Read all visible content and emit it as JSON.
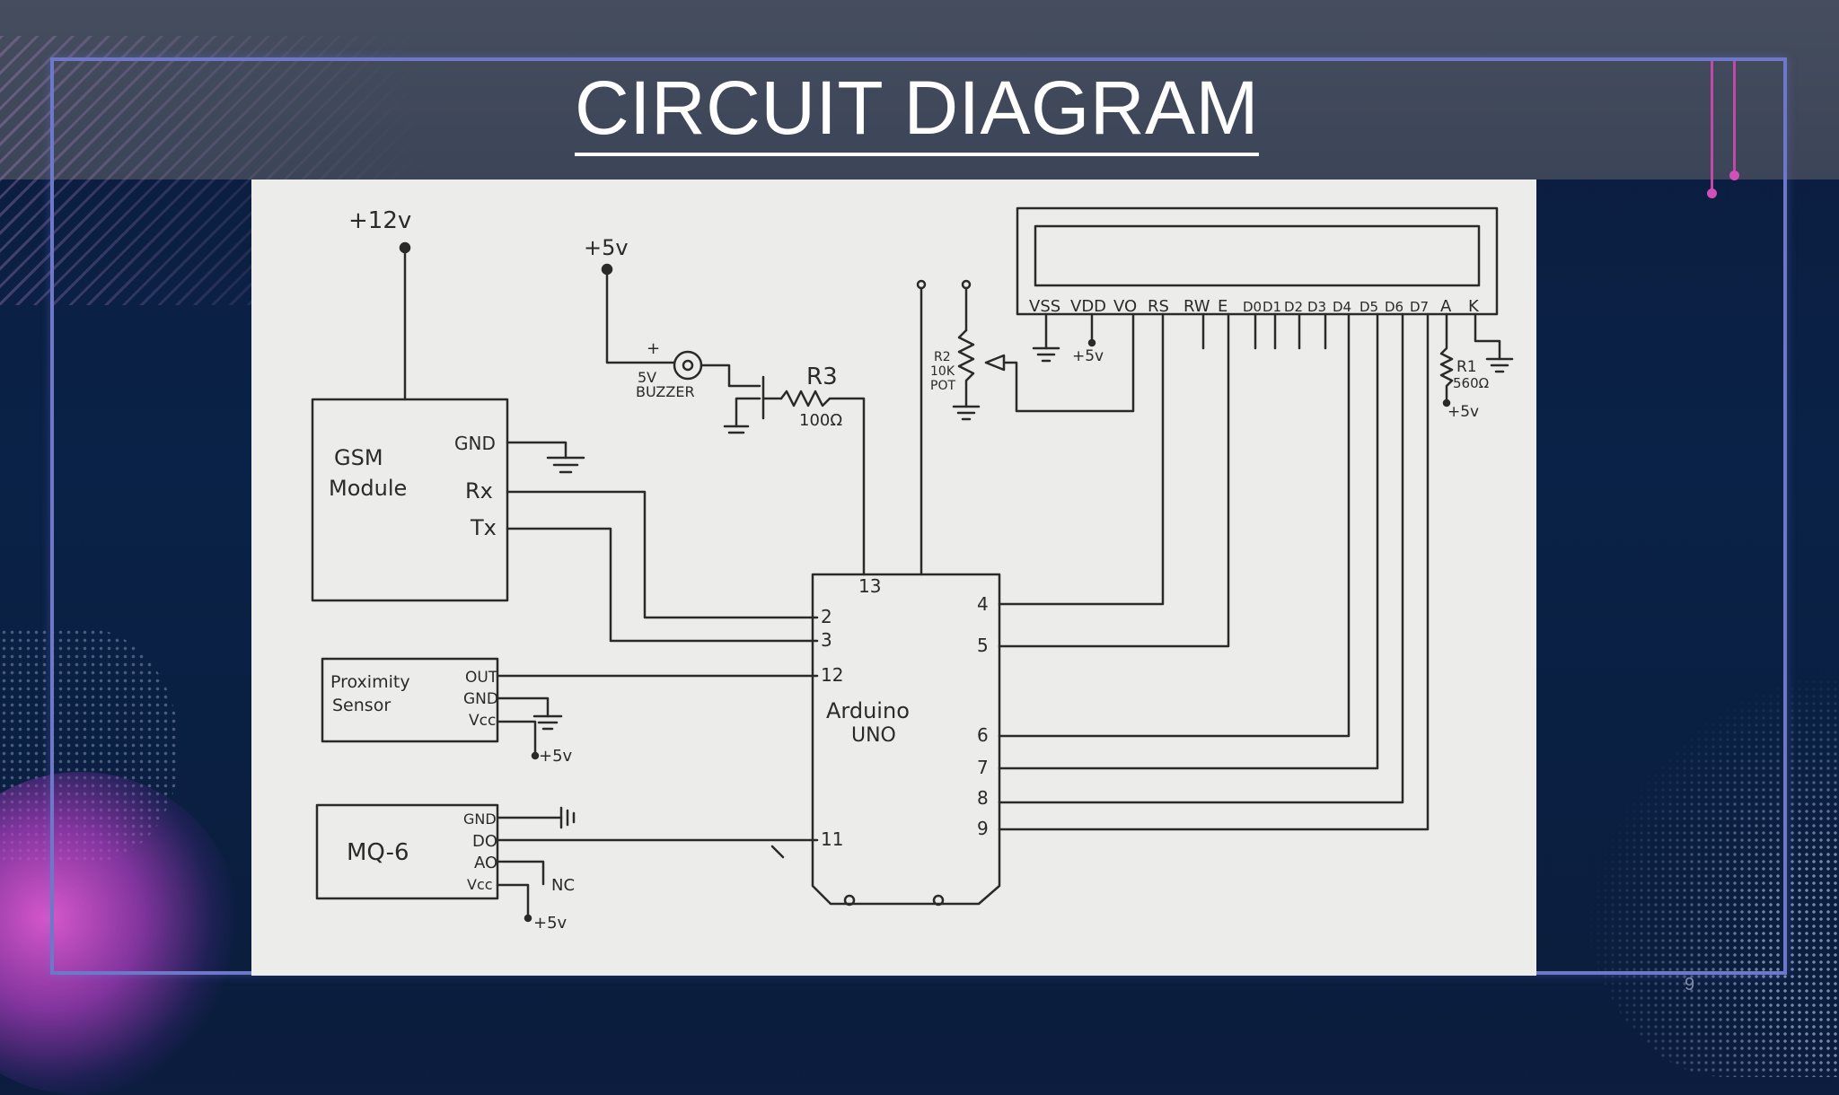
{
  "slide": {
    "title": "CIRCUIT DIAGRAM",
    "page_number": "9"
  },
  "diagram": {
    "power_12v": "+12v",
    "power_5v_top": "+5v",
    "gsm": {
      "line1": "GSM",
      "line2": "Module",
      "gnd": "GND",
      "rx": "Rx",
      "tx": "Tx"
    },
    "buzzer": {
      "plus": "+",
      "line1": "5V",
      "line2": "BUZZER"
    },
    "r3": {
      "name": "R3",
      "value": "100Ω"
    },
    "pot": {
      "name": "R2",
      "value": "10K",
      "type": "POT"
    },
    "lcd": {
      "vss": "VSS",
      "vdd": "VDD",
      "vo": "VO",
      "rs": "RS",
      "rw": "RW",
      "e": "E",
      "d0": "D0",
      "d1": "D1",
      "d2": "D2",
      "d3": "D3",
      "d4": "D4",
      "d5": "D5",
      "d6": "D6",
      "d7": "D7",
      "a": "A",
      "k": "K",
      "vdd_supply": "+5v"
    },
    "r1": {
      "name": "R1",
      "value": "560Ω",
      "supply": "+5v"
    },
    "arduino": {
      "line1": "Arduino",
      "line2": "UNO",
      "pin13": "13",
      "pin2": "2",
      "pin3": "3",
      "pin12": "12",
      "pin11": "11",
      "pin4": "4",
      "pin5": "5",
      "pin6": "6",
      "pin7": "7",
      "pin8": "8",
      "pin9": "9"
    },
    "proximity": {
      "line1": "Proximity",
      "line2": "Sensor",
      "out": "OUT",
      "gnd": "GND",
      "vcc": "Vcc",
      "supply": "+5v"
    },
    "mq6": {
      "name": "MQ-6",
      "gnd": "GND",
      "do": "DO",
      "ao": "AO",
      "vcc": "Vcc",
      "nc": "NC",
      "supply": "+5v"
    }
  }
}
